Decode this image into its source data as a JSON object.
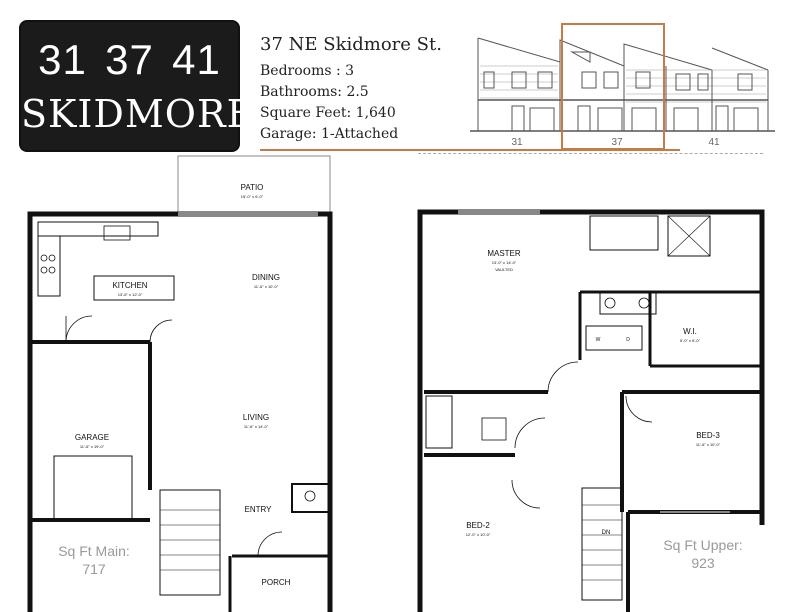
{
  "logo": {
    "numbers": [
      "31",
      "37",
      "41"
    ],
    "street": "SKIDMORE"
  },
  "details": {
    "address": "37 NE Skidmore St.",
    "bedrooms": "Bedrooms : 3",
    "bathrooms": "Bathrooms: 2.5",
    "square_feet": "Square Feet: 1,640",
    "garage": "Garage: 1-Attached"
  },
  "elevation": {
    "units": [
      "31",
      "37",
      "41"
    ],
    "highlight_color": "#c87a45"
  },
  "main_floor": {
    "rooms": [
      {
        "name": "PATIO",
        "size": "15'-0\" x 6'-0\""
      },
      {
        "name": "KITCHEN",
        "size": "13'-6\" x 12'-0\""
      },
      {
        "name": "DINING",
        "size": "11'-6\" x 10'-0\""
      },
      {
        "name": "LIVING",
        "size": "11'-6\" x 14'-0\""
      },
      {
        "name": "GARAGE",
        "size": "11'-6\" x 19'-0\""
      },
      {
        "name": "ENTRY",
        "size": ""
      },
      {
        "name": "PORCH",
        "size": ""
      }
    ],
    "sqft_label": "Sq Ft Main:",
    "sqft_value": "717"
  },
  "upper_floor": {
    "rooms": [
      {
        "name": "MASTER",
        "size": "13'-0\" x 14'-0\"",
        "note": "VAULTED"
      },
      {
        "name": "W.I.",
        "size": "5'-0\" x 6'-0\""
      },
      {
        "name": "BED-3",
        "size": "11'-6\" x 10'-0\""
      },
      {
        "name": "BED-2",
        "size": "12'-0\" x 10'-0\""
      }
    ],
    "stair_label": "DN",
    "laundry": [
      "W",
      "D"
    ],
    "sqft_label": "Sq Ft Upper:",
    "sqft_value": "923"
  }
}
